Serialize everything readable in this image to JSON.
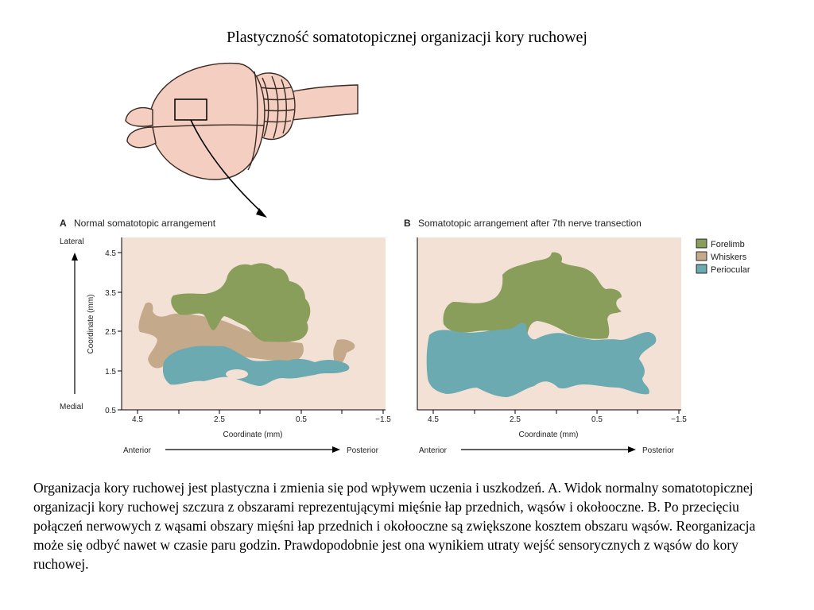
{
  "slide": {
    "title": "Plastyczność somatotopicznej organizacji kory ruchowej",
    "caption": "Organizacja kory ruchowej jest plastyczna i zmienia się pod wpływem uczenia i uszkodzeń. A. Widok normalny somatotopicznej organizacji kory ruchowej szczura z obszarami reprezentującymi mięśnie łap przednich, wąsów i okołooczne. B. Po przecięciu połączeń nerwowych z wąsami obszary mięśni łap przednich i okołooczne są zwiększone kosztem obszaru wąsów. Reorganizacja może się odbyć nawet w czasie paru godzin. Prawdopodobnie jest ona wynikiem utraty wejść sensorycznych z wąsów do kory ruchowej."
  },
  "panels": {
    "a": {
      "letter": "A",
      "title": "Normal somatotopic arrangement"
    },
    "b": {
      "letter": "B",
      "title": "Somatotopic arrangement after 7th nerve transection"
    }
  },
  "axes": {
    "ylabel": "Coordinate (mm)",
    "xlabel": "Coordinate (mm)",
    "y_top_label": "Lateral",
    "y_bottom_label": "Medial",
    "x_left_label": "Anterior",
    "x_right_label": "Posterior",
    "yticks": [
      "4.5",
      "3.5",
      "2.5",
      "1.5",
      "0.5"
    ],
    "xticks": [
      "4.5",
      "2.5",
      "0.5",
      "−1.5"
    ]
  },
  "legend": [
    {
      "label": "Forelimb",
      "color": "#8a9e5b"
    },
    {
      "label": "Whiskers",
      "color": "#c4a98a"
    },
    {
      "label": "Periocular",
      "color": "#6aaab0"
    }
  ],
  "colors": {
    "panel_bg": "#f3e1d6",
    "brain_fill": "#f4cec0",
    "brain_stroke": "#3a2a24"
  }
}
